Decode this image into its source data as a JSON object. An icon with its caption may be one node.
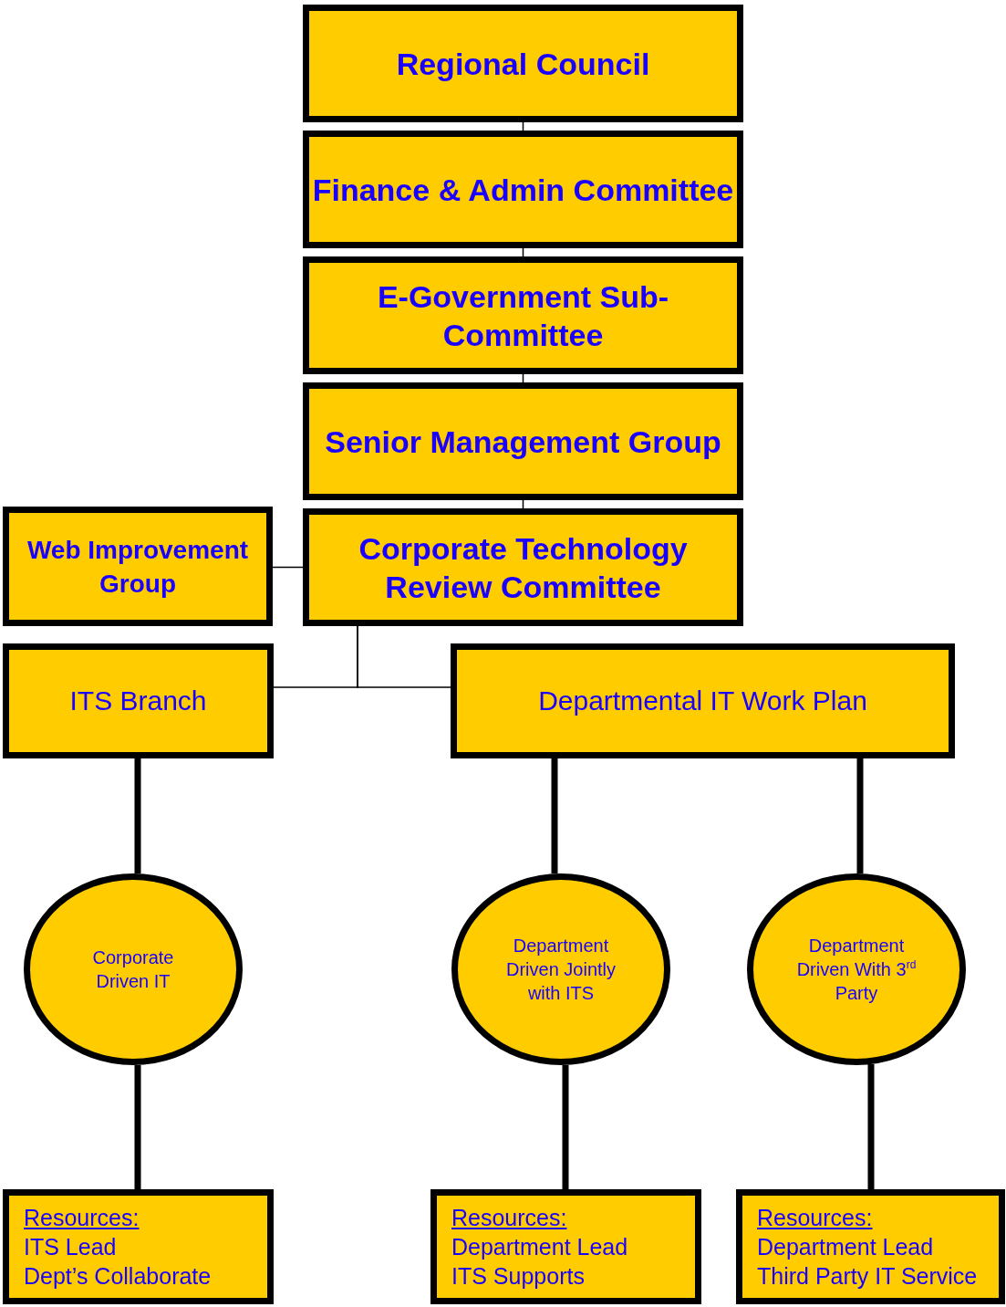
{
  "diagram": {
    "nodes": [
      {
        "text": [
          "Regional Council"
        ]
      },
      {
        "text": [
          "Finance & Admin Committee"
        ]
      },
      {
        "text": [
          "E-Government Sub-Committee"
        ]
      },
      {
        "text": [
          "Senior Management Group"
        ]
      },
      {
        "text": [
          "Web Improvement Group"
        ]
      },
      {
        "text": [
          "Corporate Technology Review Committee"
        ]
      },
      {
        "text": [
          "ITS Branch"
        ]
      },
      {
        "text": [
          "Departmental IT Work Plan"
        ]
      },
      {
        "text": [
          "Corporate Driven IT"
        ]
      },
      {
        "text": [
          "Department Driven Jointly with ITS"
        ]
      },
      {
        "text": [
          "Department Driven With 3$^{rd}$ Party"
        ]
      },
      {
        "text": [
          "Resources:",
          "ITS Lead",
          "Dept’s Collaborate"
        ]
      },
      {
        "text": [
          "Resources:",
          "Department Lead",
          "ITS Supports"
        ]
      },
      {
        "text": [
          "Resources:",
          "Department Lead",
          "Third Party IT Service"
        ]
      }
    ],
    "edges": [
      {
        "from": 0,
        "to": 1,
        "arrow": "none"
      },
      {
        "from": 1,
        "to": 2,
        "arrow": "none"
      },
      {
        "from": 2,
        "to": 3,
        "arrow": "none"
      },
      {
        "from": 3,
        "to": 5,
        "arrow": "none"
      },
      {
        "from": 5,
        "to": 4,
        "arrow": "none"
      },
      {
        "from": 5,
        "to": 6,
        "arrow": "none"
      },
      {
        "from": 5,
        "to": 7,
        "arrow": "none"
      },
      {
        "from": 6,
        "to": 8,
        "arrow": "none",
        "style": "thick"
      },
      {
        "from": 8,
        "to": 11,
        "arrow": "none",
        "style": "thick"
      },
      {
        "from": 7,
        "to": 9,
        "arrow": "none",
        "style": "thick"
      },
      {
        "from": 9,
        "to": 12,
        "arrow": "none",
        "style": "thick"
      },
      {
        "from": 7,
        "to": 10,
        "arrow": "none",
        "style": "thick"
      },
      {
        "from": 10,
        "to": 13,
        "arrow": "none",
        "style": "thick"
      }
    ]
  }
}
